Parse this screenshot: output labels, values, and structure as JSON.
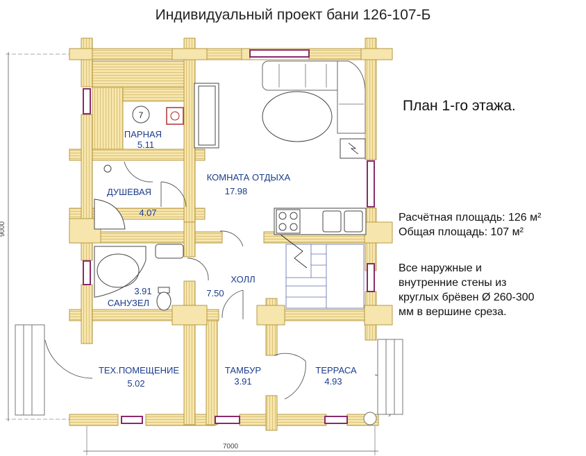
{
  "title": "Индивидуальный проект бани 126-107-Б",
  "plan_title": "План 1-го этажа.",
  "areas": {
    "calc": "Расчётная площадь: 126 м²",
    "total": "Общая площадь:  107 м²"
  },
  "walls_note": [
    "Все наружные   и",
    "внутренние стены  из",
    "круглых брёвен Ø 260-300",
    "мм в вершине среза."
  ],
  "dimensions": {
    "width": "7000",
    "height": "9000"
  },
  "rooms": {
    "parnaya": {
      "name": "ПАРНАЯ",
      "area": "5.11",
      "marker": "7"
    },
    "dushevaya": {
      "name": "ДУШЕВАЯ",
      "area": "4.07"
    },
    "komnata": {
      "name": "КОМНАТА ОТДЫХА",
      "area": "17.98"
    },
    "sanuzel": {
      "name": "САНУЗЕЛ",
      "area": "3.91"
    },
    "holl": {
      "name": "ХОЛЛ",
      "area": "7.50"
    },
    "teh": {
      "name": "ТЕХ.ПОМЕЩЕНИЕ",
      "area": "5.02"
    },
    "tambur": {
      "name": "ТАМБУР",
      "area": "3.91"
    },
    "terrasa": {
      "name": "ТЕРРАСА",
      "area": "4.93"
    }
  },
  "colors": {
    "log_fill": "#f3e2a4",
    "log_stroke": "#b0903a",
    "window": "#8a2a6a",
    "text_blue": "#1a3c8c"
  }
}
